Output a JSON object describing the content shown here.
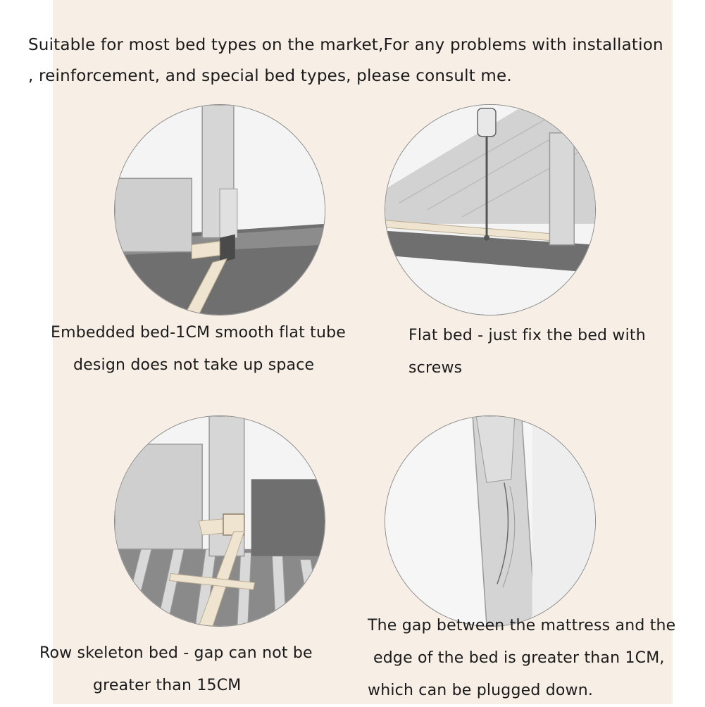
{
  "header": {
    "line1": "Suitable for most bed types on the market,For any problems with installation",
    "line2": ", reinforcement, and special bed types, please consult me."
  },
  "panels": [
    {
      "caption_line1": "Embedded bed-1CM smooth flat tube",
      "caption_line2": "design does not take up space"
    },
    {
      "caption_line1": "Flat bed - just fix the bed with",
      "caption_line2": "screws"
    },
    {
      "caption_line1": "Row skeleton bed - gap can not be",
      "caption_line2": "greater than 15CM"
    },
    {
      "caption_line1": "The gap between the mattress and the",
      "caption_line2": "edge of the bed is greater than 1CM,",
      "caption_line3": "which can be plugged down."
    }
  ],
  "colors": {
    "background": "#f7eee6",
    "rail_gray": "#cfcfcf",
    "frame_dark": "#6e6e6e",
    "bracket_cream": "#efe4cf"
  }
}
